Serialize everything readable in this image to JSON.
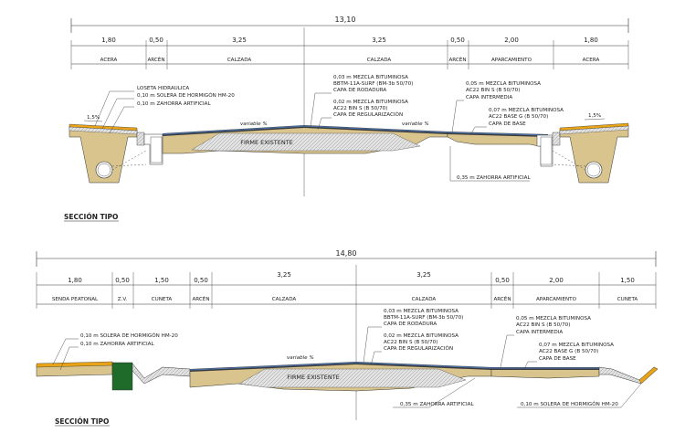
{
  "section1": {
    "title": "SECCIÓN TIPO",
    "total": "13,10",
    "dims": [
      "1,80",
      "0,50",
      "3,25",
      "3,25",
      "0,50",
      "2,00",
      "1,80"
    ],
    "zones": [
      "ACERA",
      "ARCÉN",
      "CALZADA",
      "CALZADA",
      "ARCÉN",
      "APARCAMIENTO",
      "ACERA"
    ],
    "left_labels": [
      "LOSETA HIDRAULICA",
      "0,10 m SOLERA DE HORMIGÓN HM-20",
      "0,10 m ZAHORRA ARTIFICIAL"
    ],
    "center_labels": [
      "0,03 m MEZCLA BITUMINOSA",
      "BBTM-11A-SURF (BM-3b 50/70)",
      "CAPA DE RODADURA",
      "0,02 m MEZCLA BITUMINOSA",
      "AC22 BIN S (B 50/70)",
      "CAPA DE REGULARIZACIÓN"
    ],
    "right_labels": [
      "0,05 m MEZCLA BITUMINOSA",
      "AC22 BIN S (B 50/70)",
      "CAPA INTERMEDIA",
      "0,07 m MEZCLA BITUMINOSA",
      "AC22 BASE G (B 50/70)",
      "CAPA DE BASE"
    ],
    "bottom_label": "0,35 m ZAHORRA ARTIFICIAL",
    "firme": "FIRME EXISTENTE",
    "slope_left": "1,5%",
    "slope_right": "1,5%",
    "variable_left": "variable %",
    "variable_right": "variable %"
  },
  "section2": {
    "title": "SECCIÓN TIPO",
    "total": "14,80",
    "dims": [
      "1,80",
      "0,50",
      "1,50",
      "0,50",
      "3,25",
      "3,25",
      "0,50",
      "2,00",
      "1,50"
    ],
    "zones": [
      "SENDA PEATONAL",
      "Z.V.",
      "CUNETA",
      "ARCÉN",
      "CALZADA",
      "CALZADA",
      "ARCÉN",
      "APARCAMIENTO",
      "CUNETA"
    ],
    "left_labels": [
      "0,10 m SOLERA DE HORMIGÓN HM-20",
      "0,10 m ZAHORRA ARTIFICIAL"
    ],
    "center_labels": [
      "0,03 m MEZCLA BITUMINOSA",
      "BBTM-11A-SURF (BM-3b 50/70)",
      "CAPA DE RODADURA",
      "0,02 m MEZCLA BITUMINOSA",
      "AC22 BIN S (B 50/70)",
      "CAPA DE REGULARIZACIÓN"
    ],
    "right_labels": [
      "0,05 m MEZCLA BITUMINOSA",
      "AC22 BIN S (B 50/70)",
      "CAPA INTERMEDIA",
      "0,07 m MEZCLA BITUMINOSA",
      "AC22 BASE G (B 50/70)",
      "CAPA DE BASE"
    ],
    "bottom_label": "0,35 m ZAHORRA ARTIFICIAL",
    "bottom_right_label": "0,10 m SOLERA DE HORMIGÓN HM-20",
    "firme": "FIRME EXISTENTE",
    "variable": "variable %"
  },
  "colors": {
    "subbase": "#d8c48c",
    "asphalt": "#3a3a3a",
    "asphalt_blue": "#4a6fa5",
    "concrete": "#b8b8b8",
    "paving": "#e8a317",
    "green_zone": "#1f6b2a",
    "line": "#333333"
  }
}
